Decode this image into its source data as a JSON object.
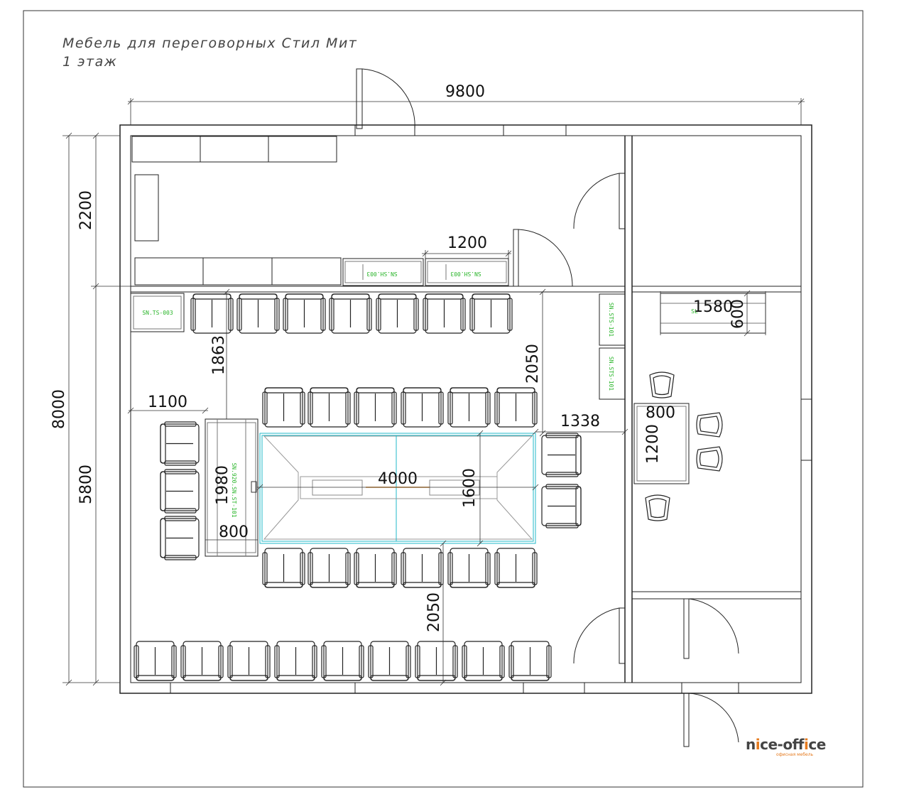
{
  "title_line1": "Мебель для переговорных Стил Мит",
  "title_line2": "1 этаж",
  "dimensions": {
    "overall_width": "9800",
    "overall_height": "8000",
    "top_room_height": "2200",
    "main_room_height": "5800",
    "cabinet_length": "1200",
    "wall_to_chairs": "1863",
    "chairs_to_table_top": "2050",
    "chairs_to_table_bottom": "2050",
    "side_table_offset": "1100",
    "side_table_length": "1980",
    "side_table_width": "800",
    "table_length": "4000",
    "table_width": "1600",
    "table_to_wall": "1338",
    "small_table_length": "1580",
    "small_table_width": "600",
    "cafe_table_width": "800",
    "cafe_table_length": "1200"
  },
  "labels": {
    "cabinet_a": "SN.SH.003",
    "cabinet_b": "SN.SH.003",
    "tv_stand": "SN.TS-003",
    "side_table": "SN.920.SN.ST-101",
    "stand_a": "SN.STS-101",
    "stand_b": "SN.STS-101",
    "small_table": "SL"
  },
  "logo": {
    "part1": "n",
    "dot": "i",
    "part2": "ce-off",
    "dot2": "i",
    "part3": "ce",
    "tagline": "офисная мебель"
  }
}
